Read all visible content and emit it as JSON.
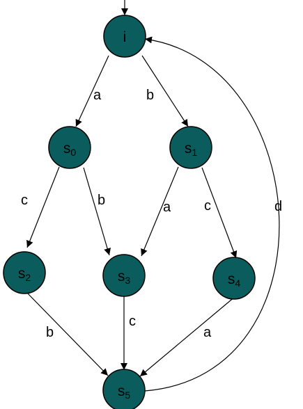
{
  "colors": {
    "node_fill": "#0b5c5c",
    "stroke": "#000000",
    "background": "#ffffff"
  },
  "nodes": [
    {
      "id": "i",
      "base": "i",
      "sub": ""
    },
    {
      "id": "s0",
      "base": "s",
      "sub": "0"
    },
    {
      "id": "s1",
      "base": "s",
      "sub": "1"
    },
    {
      "id": "s2",
      "base": "s",
      "sub": "2"
    },
    {
      "id": "s3",
      "base": "s",
      "sub": "3"
    },
    {
      "id": "s4",
      "base": "s",
      "sub": "4"
    },
    {
      "id": "s5",
      "base": "s",
      "sub": "5"
    }
  ],
  "edges": [
    {
      "from": "i",
      "to": "s0",
      "label": "a"
    },
    {
      "from": "i",
      "to": "s1",
      "label": "b"
    },
    {
      "from": "s0",
      "to": "s2",
      "label": "c"
    },
    {
      "from": "s0",
      "to": "s3",
      "label": "b"
    },
    {
      "from": "s1",
      "to": "s3",
      "label": "a"
    },
    {
      "from": "s1",
      "to": "s4",
      "label": "c"
    },
    {
      "from": "s2",
      "to": "s5",
      "label": "b"
    },
    {
      "from": "s3",
      "to": "s5",
      "label": "c"
    },
    {
      "from": "s4",
      "to": "s5",
      "label": "a"
    },
    {
      "from": "s5",
      "to": "i",
      "label": "d"
    }
  ],
  "initial_arrow_target": "i"
}
